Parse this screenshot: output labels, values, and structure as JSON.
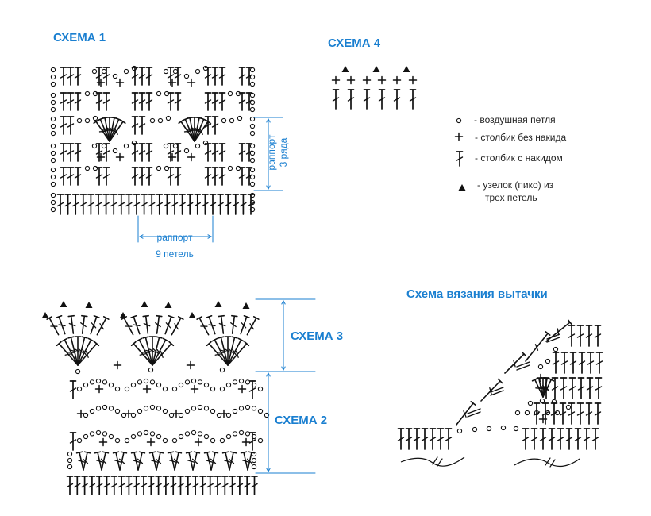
{
  "titles": {
    "scheme1": "СХЕМА 1",
    "scheme4": "СХЕМА 4",
    "scheme3": "СХЕМА 3",
    "scheme2": "СХЕМА 2",
    "dart": "Схема вязания вытачки"
  },
  "legend": {
    "chain": "- воздушная петля",
    "single": "- столбик без накида",
    "double": "- столбик с накидом",
    "picot_line1": "- узелок (пико) из",
    "picot_line2": "трех петель"
  },
  "scheme1": {
    "repeat_h_line1": "раппорт",
    "repeat_h_line2": "9 петель",
    "repeat_v_line1": "раппорт",
    "repeat_v_line2": "3 ряда"
  },
  "colors": {
    "accent": "#1a7fd0",
    "ink": "#111111"
  }
}
